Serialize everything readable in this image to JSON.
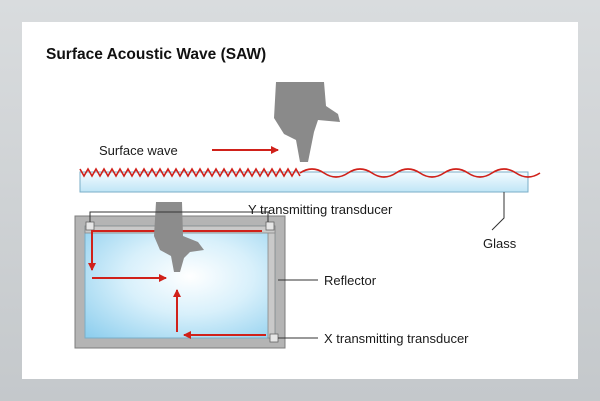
{
  "diagram": {
    "title": "Surface Acoustic Wave (SAW)",
    "labels": {
      "surface_wave": "Surface wave",
      "y_transducer": "Y transmitting transducer",
      "glass": "Glass",
      "reflector": "Reflector",
      "x_transducer": "X transmitting transducer"
    },
    "colors": {
      "wave": "#d0211a",
      "arrow": "#d0211a",
      "glass_light": "#e6f6fd",
      "glass_mid": "#b5e0f5",
      "frame": "#a9a9a9",
      "hand": "#8a8a8a"
    }
  }
}
